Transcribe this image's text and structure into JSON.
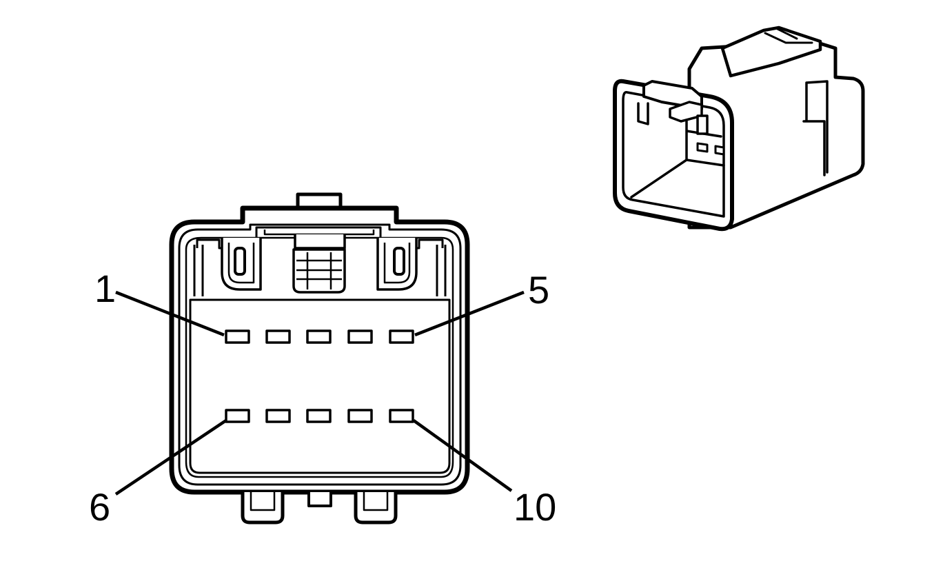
{
  "diagram": {
    "pin_labels": {
      "top_left": "1",
      "top_right": "5",
      "bottom_left": "6",
      "bottom_right": "10"
    },
    "colors": {
      "line": "#000000",
      "background": "#ffffff"
    },
    "connector": {
      "rows": 2,
      "pins_per_row": 5
    }
  }
}
